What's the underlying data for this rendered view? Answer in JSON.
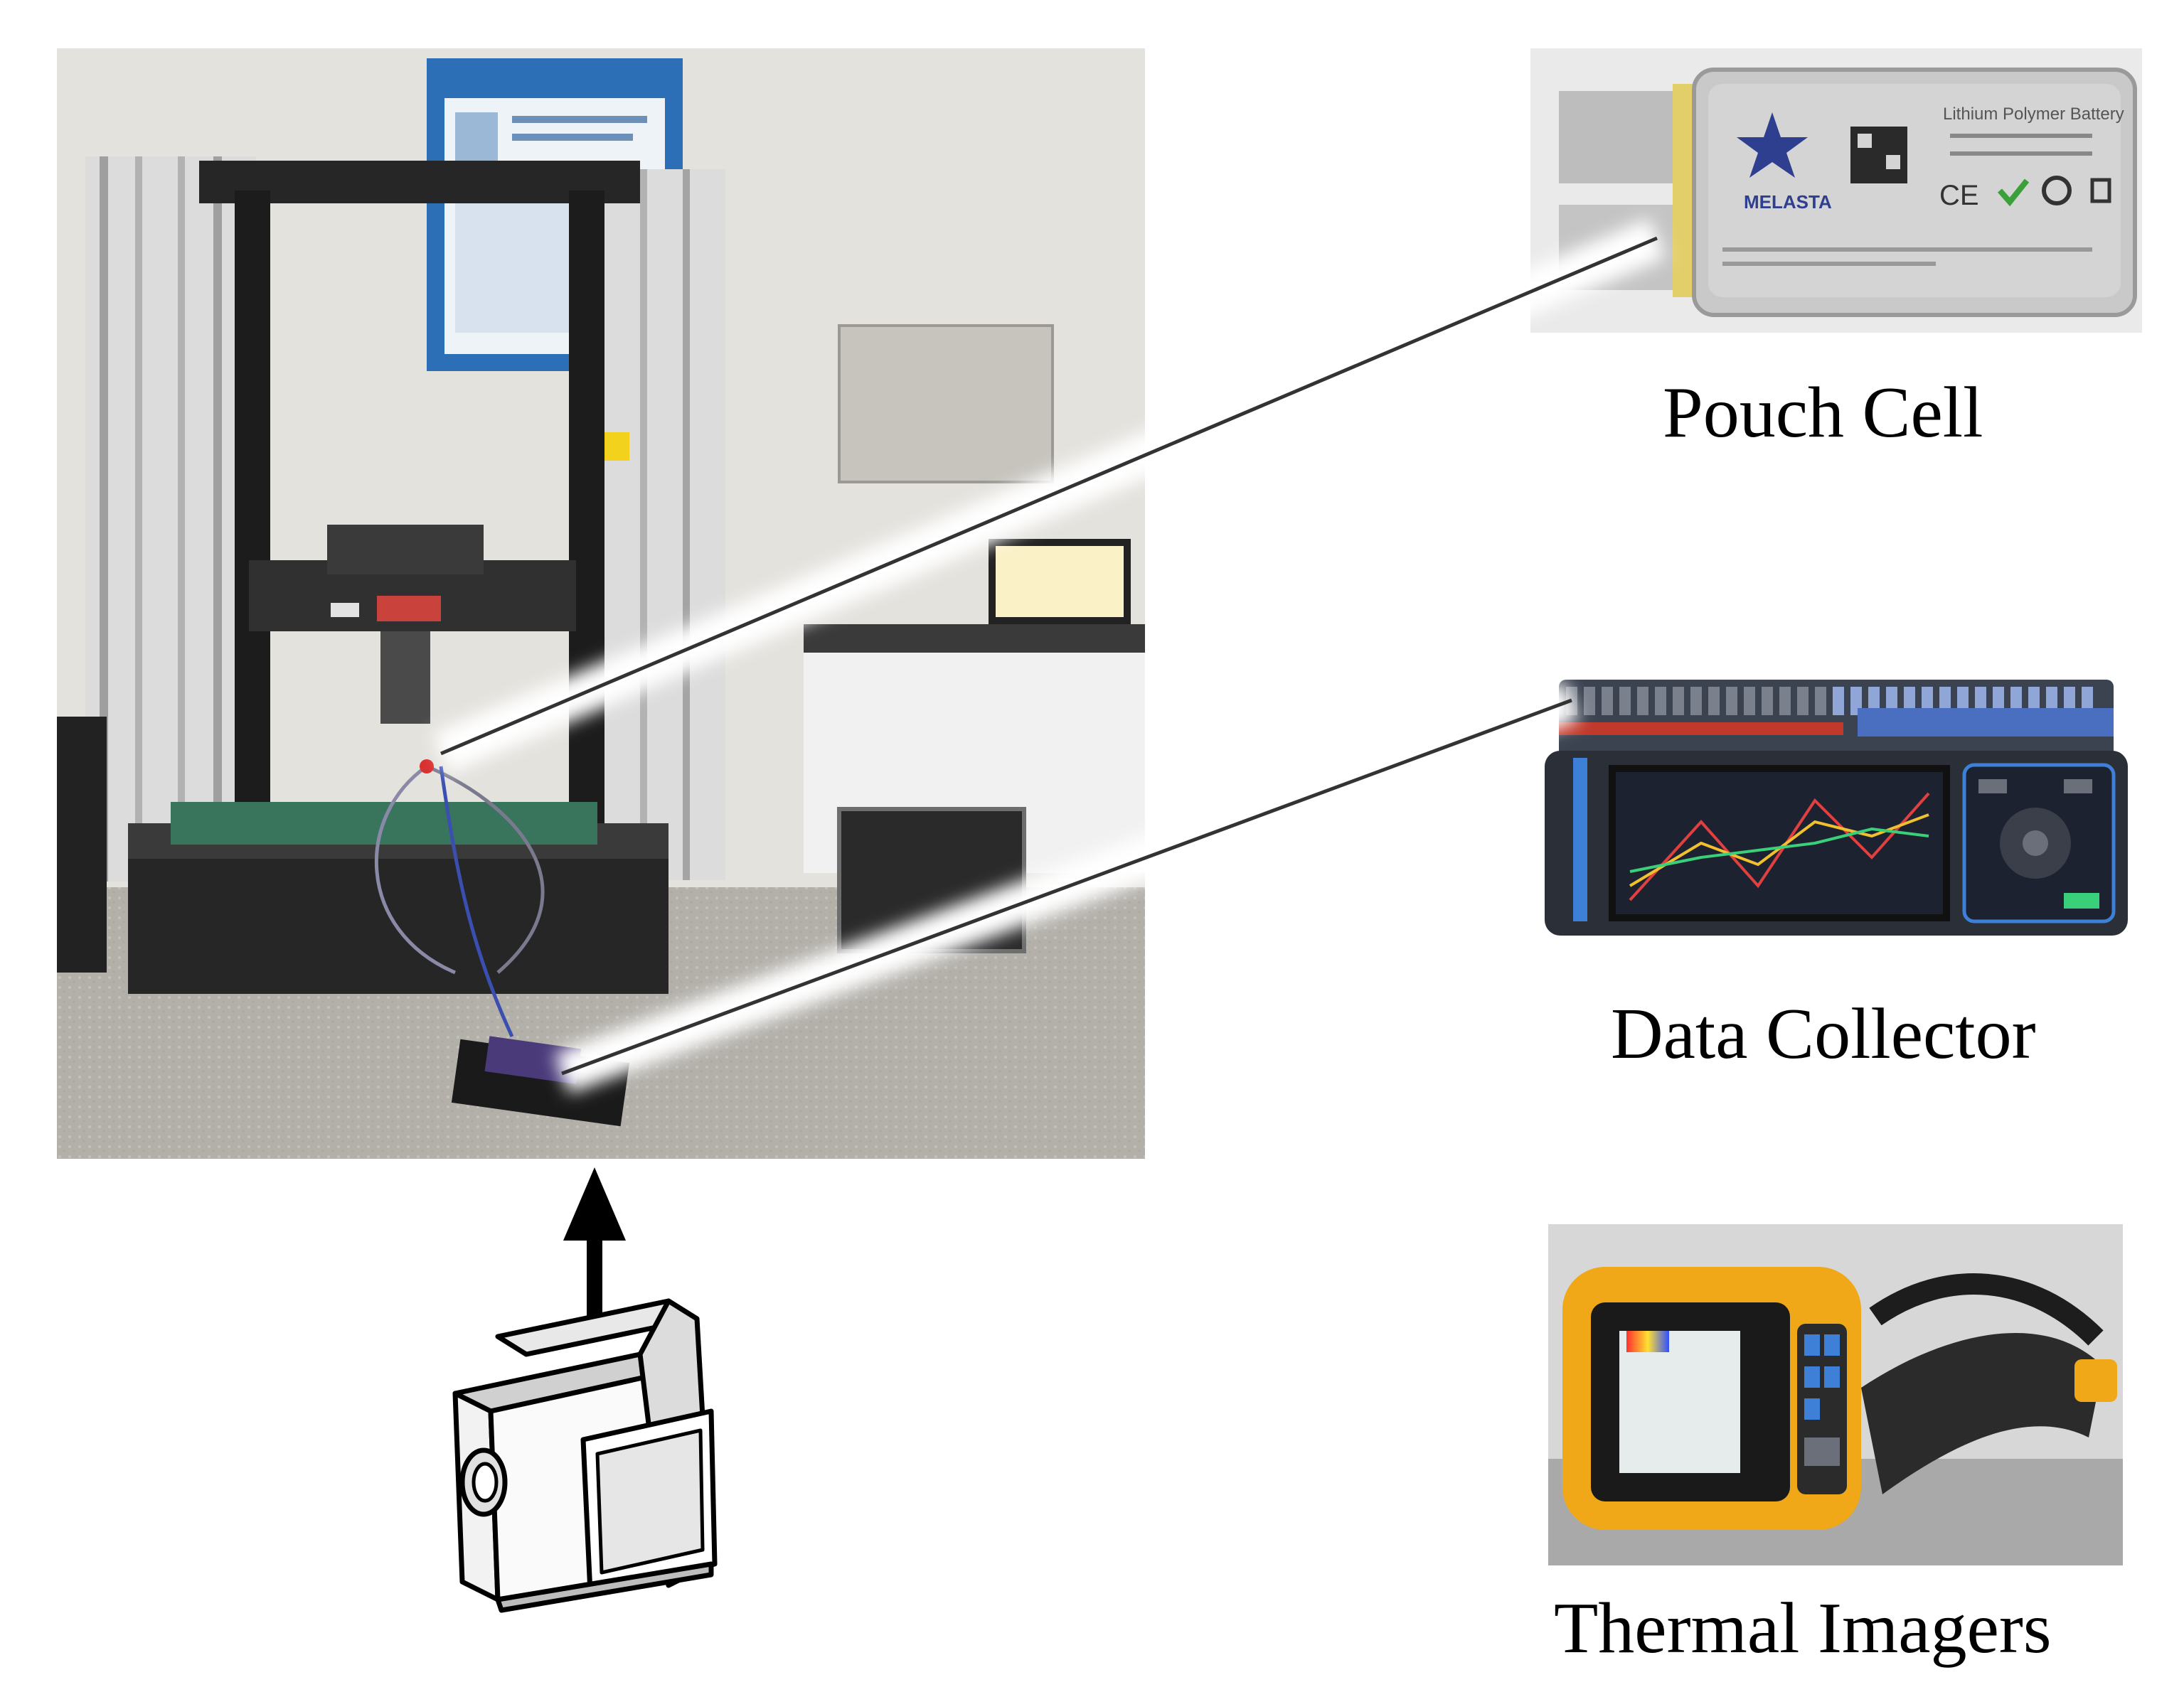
{
  "labels": {
    "pouch_cell": "Pouch Cell",
    "data_collector": "Data Collector",
    "thermal_imagers": "Thermal Imagers"
  },
  "pouch_cell_print": {
    "title": "Lithium Polymer Battery",
    "brand": "MELASTA",
    "marks": "CE"
  },
  "colors": {
    "imager_body": "#f0a818",
    "imager_grip": "#2b2b2b",
    "collector_frame": "#3e7fd8",
    "collector_screen": "#111111",
    "cell_foil": "#c9c9c9",
    "leader_line": "#333333",
    "arrow": "#000000"
  },
  "icons": {
    "camera": "video-camera-icon",
    "arrow": "arrow-up-icon"
  }
}
